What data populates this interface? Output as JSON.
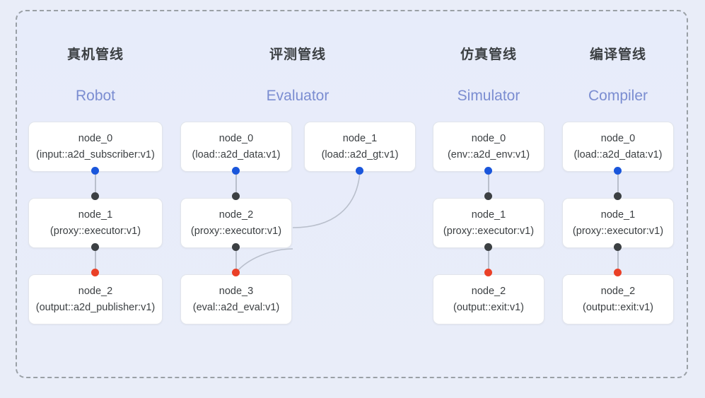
{
  "diagram": {
    "title_hidden": "",
    "colors": {
      "background": "#e9edf8",
      "frame_border": "#9aa0a6",
      "node_fill": "#ffffff",
      "node_border": "#e2e5ec",
      "title_cn": "#3c4043",
      "title_en": "#7b8dd1",
      "dot_input": "#1a56db",
      "dot_proxy": "#3c4043",
      "dot_output": "#ea4027",
      "edge": "#b9bfcc"
    },
    "columns": [
      {
        "id": "robot",
        "title_cn": "真机管线",
        "title_en": "Robot",
        "nodes": [
          {
            "name": "node_0",
            "type": "(input::a2d_subscriber:v1)"
          },
          {
            "name": "node_1",
            "type": "(proxy::executor:v1)"
          },
          {
            "name": "node_2",
            "type": "(output::a2d_publisher:v1)"
          }
        ]
      },
      {
        "id": "evaluator",
        "title_cn": "评测管线",
        "title_en": "Evaluator",
        "nodes": [
          {
            "name": "node_0",
            "type": "(load::a2d_data:v1)"
          },
          {
            "name": "node_1",
            "type": "(load::a2d_gt:v1)"
          },
          {
            "name": "node_2",
            "type": "(proxy::executor:v1)"
          },
          {
            "name": "node_3",
            "type": "(eval::a2d_eval:v1)"
          }
        ]
      },
      {
        "id": "simulator",
        "title_cn": "仿真管线",
        "title_en": "Simulator",
        "nodes": [
          {
            "name": "node_0",
            "type": "(env::a2d_env:v1)"
          },
          {
            "name": "node_1",
            "type": "(proxy::executor:v1)"
          },
          {
            "name": "node_2",
            "type": "(output::exit:v1)"
          }
        ]
      },
      {
        "id": "compiler",
        "title_cn": "编译管线",
        "title_en": "Compiler",
        "nodes": [
          {
            "name": "node_0",
            "type": "(load::a2d_data:v1)"
          },
          {
            "name": "node_1",
            "type": "(proxy::executor:v1)"
          },
          {
            "name": "node_2",
            "type": "(output::exit:v1)"
          }
        ]
      }
    ]
  }
}
